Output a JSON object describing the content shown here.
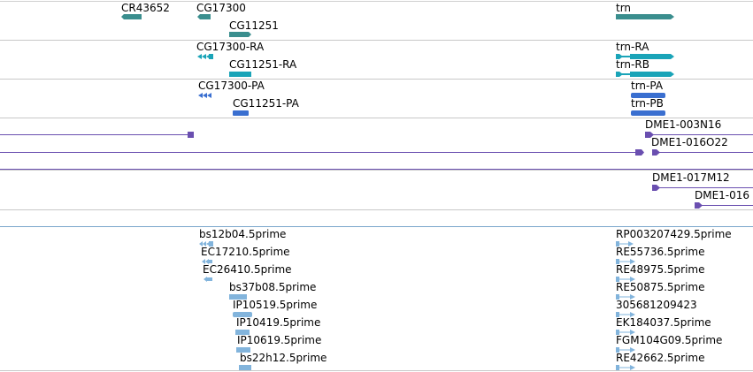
{
  "colors": {
    "gene": "#3a8e8e",
    "transcript": "#1aa4b8",
    "protein": "#3a6fd0",
    "clone": "#6a4fb0",
    "est": "#82b4dc",
    "divider_light": "#c8c8c8",
    "divider_blue": "#7aa6cc"
  },
  "tracks": {
    "genes": [
      {
        "id": "gene-cr43652",
        "label": "CR43652",
        "icon": "gene-bar"
      },
      {
        "id": "gene-cg17300",
        "label": "CG17300",
        "icon": "gene-bar"
      },
      {
        "id": "gene-cg11251",
        "label": "CG11251",
        "icon": "gene-bar"
      },
      {
        "id": "gene-trn",
        "label": "trn",
        "icon": "gene-bar"
      }
    ],
    "transcripts": [
      {
        "id": "tx-cg17300-ra",
        "label": "CG17300-RA",
        "icon": "reverse-arrows"
      },
      {
        "id": "tx-cg11251-ra",
        "label": "CG11251-RA",
        "icon": "transcript-bar"
      },
      {
        "id": "tx-trn-ra",
        "label": "trn-RA",
        "icon": "transcript-bar"
      },
      {
        "id": "tx-trn-rb",
        "label": "trn-RB",
        "icon": "transcript-bar"
      }
    ],
    "proteins": [
      {
        "id": "pp-cg17300-pa",
        "label": "CG17300-PA",
        "icon": "reverse-arrows"
      },
      {
        "id": "pp-cg11251-pa",
        "label": "CG11251-PA",
        "icon": "protein-bar"
      },
      {
        "id": "pp-trn-pa",
        "label": "trn-PA",
        "icon": "protein-bar"
      },
      {
        "id": "pp-trn-pb",
        "label": "trn-PB",
        "icon": "protein-bar"
      }
    ],
    "clones": [
      {
        "id": "clone-dme1-003n16",
        "label": "DME1-003N16",
        "icon": "clone-line"
      },
      {
        "id": "clone-dme1-016o22",
        "label": "DME1-016O22",
        "icon": "clone-line"
      },
      {
        "id": "clone-dme1-017m12",
        "label": "DME1-017M12",
        "icon": "clone-line"
      },
      {
        "id": "clone-dme1-016",
        "label": "DME1-016",
        "icon": "clone-line"
      }
    ],
    "ests_left": [
      {
        "id": "est-bs12b04",
        "label": "bs12b04.5prime"
      },
      {
        "id": "est-ec17210",
        "label": "EC17210.5prime"
      },
      {
        "id": "est-ec26410",
        "label": "EC26410.5prime"
      },
      {
        "id": "est-bs37b08",
        "label": "bs37b08.5prime"
      },
      {
        "id": "est-ip10519",
        "label": "IP10519.5prime"
      },
      {
        "id": "est-ip10419",
        "label": "IP10419.5prime"
      },
      {
        "id": "est-ip10619",
        "label": "IP10619.5prime"
      },
      {
        "id": "est-bs22h12",
        "label": "bs22h12.5prime"
      }
    ],
    "ests_right": [
      {
        "id": "est-rp003207429",
        "label": "RP003207429.5prime"
      },
      {
        "id": "est-re55736",
        "label": "RE55736.5prime"
      },
      {
        "id": "est-re48975",
        "label": "RE48975.5prime"
      },
      {
        "id": "est-re50875",
        "label": "RE50875.5prime"
      },
      {
        "id": "est-305681209423",
        "label": "305681209423"
      },
      {
        "id": "est-ek184037",
        "label": "EK184037.5prime"
      },
      {
        "id": "est-fgm104g09",
        "label": "FGM104G09.5prime"
      },
      {
        "id": "est-re42662",
        "label": "RE42662.5prime"
      }
    ]
  }
}
